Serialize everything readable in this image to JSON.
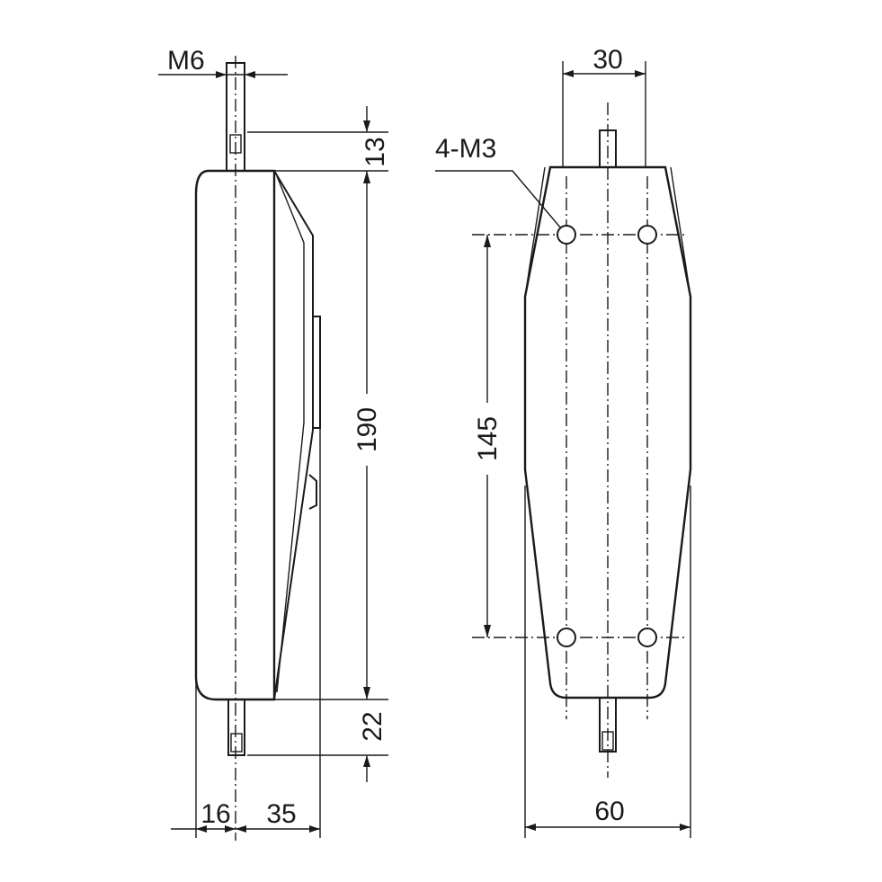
{
  "side_view": {
    "thread_label": "M6",
    "top_stud_length": "13",
    "body_length": "190",
    "bottom_stud_length": "22",
    "axis_offset": "16",
    "depth": "35"
  },
  "front_view": {
    "hole_spacing_width": "30",
    "hole_label": "4-M3",
    "hole_spacing_height": "145",
    "body_width": "60"
  }
}
